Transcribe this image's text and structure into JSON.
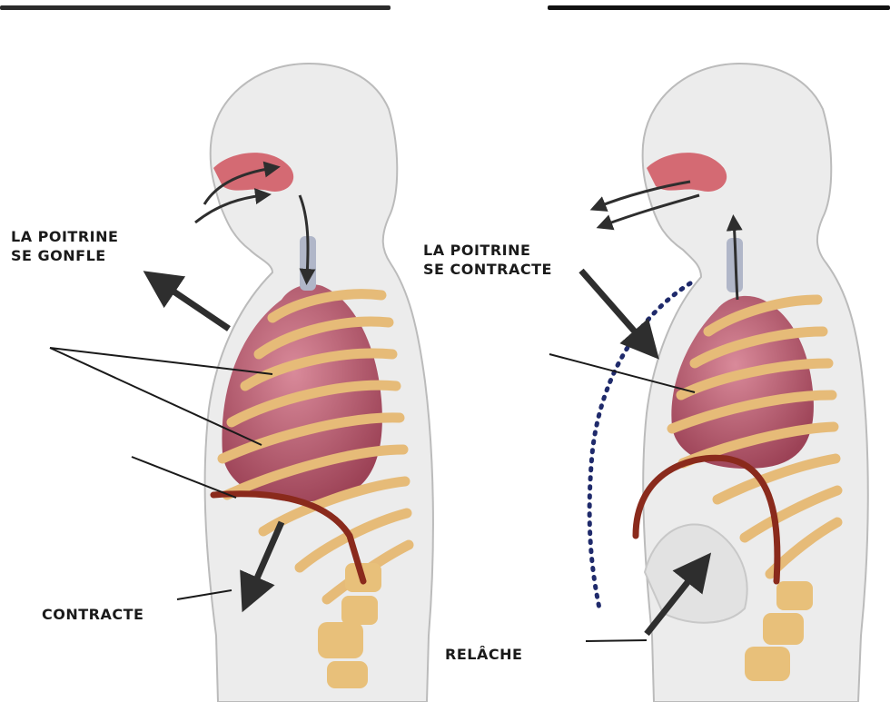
{
  "labels": {
    "inhale_chest": "LA POITRINE\nSE GONFLE",
    "exhale_chest": "LA POITRINE\nSE CONTRACTE",
    "diaphragm_contract": "CONTRACTE",
    "diaphragm_relax": "RELÂCHE"
  },
  "colors": {
    "body": "#ebebeb",
    "body_outline": "#b9b9b9",
    "lung": "#b05a6e",
    "rib": "#e6bb78",
    "diaphragm": "#8a2a1c",
    "arrow": "#2e2e2e",
    "dotted_line": "#1f2a6b"
  }
}
